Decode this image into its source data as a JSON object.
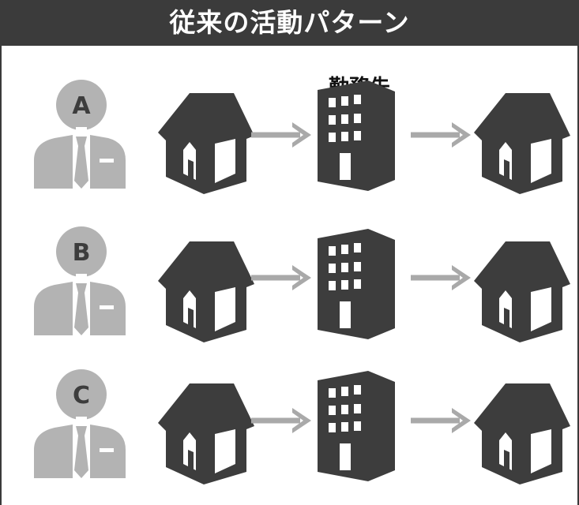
{
  "header": {
    "title": "従来の活動パターン"
  },
  "office_label": "勤務先",
  "rows": [
    {
      "person_letter": "A",
      "route": [
        "house-icon",
        "office-building-icon",
        "house-icon"
      ]
    },
    {
      "person_letter": "B",
      "route": [
        "house-icon",
        "office-building-icon",
        "house-icon"
      ]
    },
    {
      "person_letter": "C",
      "route": [
        "house-icon",
        "office-building-icon",
        "house-icon"
      ]
    }
  ],
  "colors": {
    "title_bar": "#3b3b3b",
    "icon_dark": "#3d3d3d",
    "person_gray": "#b3b3b3",
    "arrow_gray": "#a9a9a9"
  }
}
